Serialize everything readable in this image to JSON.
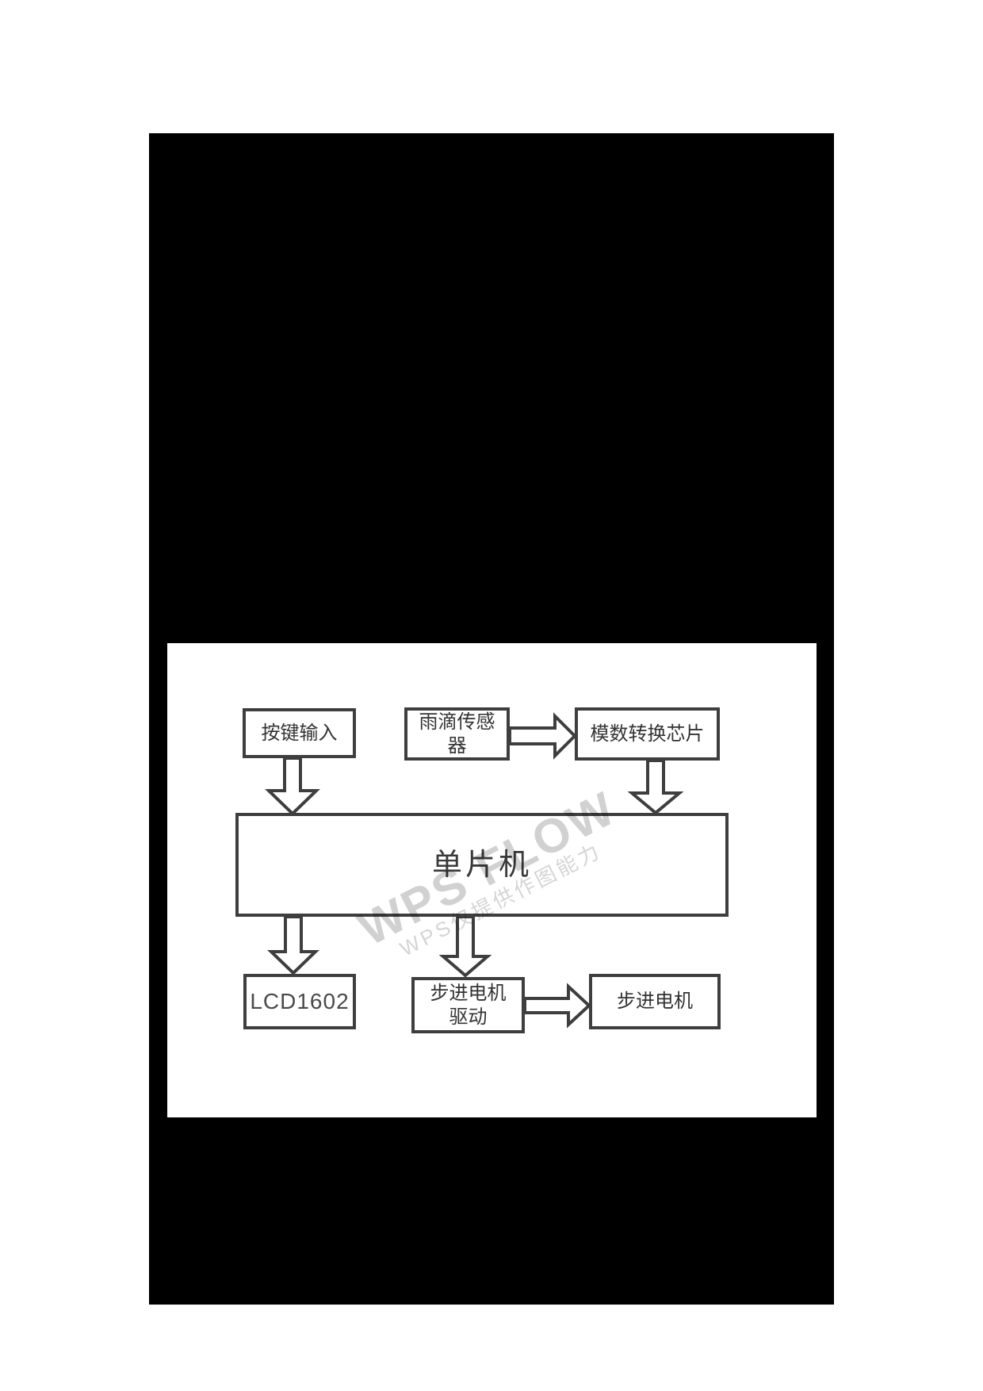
{
  "figure": {
    "boxes": {
      "key_input": {
        "label": "按键输入"
      },
      "rain_sensor": {
        "line1": "雨滴传感",
        "line2": "器"
      },
      "adc": {
        "label": "模数转换芯片"
      },
      "mcu": {
        "label": "单片机"
      },
      "lcd": {
        "label": "LCD1602"
      },
      "driver": {
        "line1": "步进电机",
        "line2": "驱动"
      },
      "motor": {
        "label": "步进电机"
      }
    },
    "watermark": {
      "big": "WPS FLOW",
      "small": "WPS仅提供作图能力"
    },
    "colors": {
      "page_bg": "#ffffff",
      "scan_bg": "#000000",
      "figure_bg": "#ffffff",
      "line": "#3e3e3e",
      "text": "#333333",
      "watermark": "#c9c9c9"
    }
  }
}
